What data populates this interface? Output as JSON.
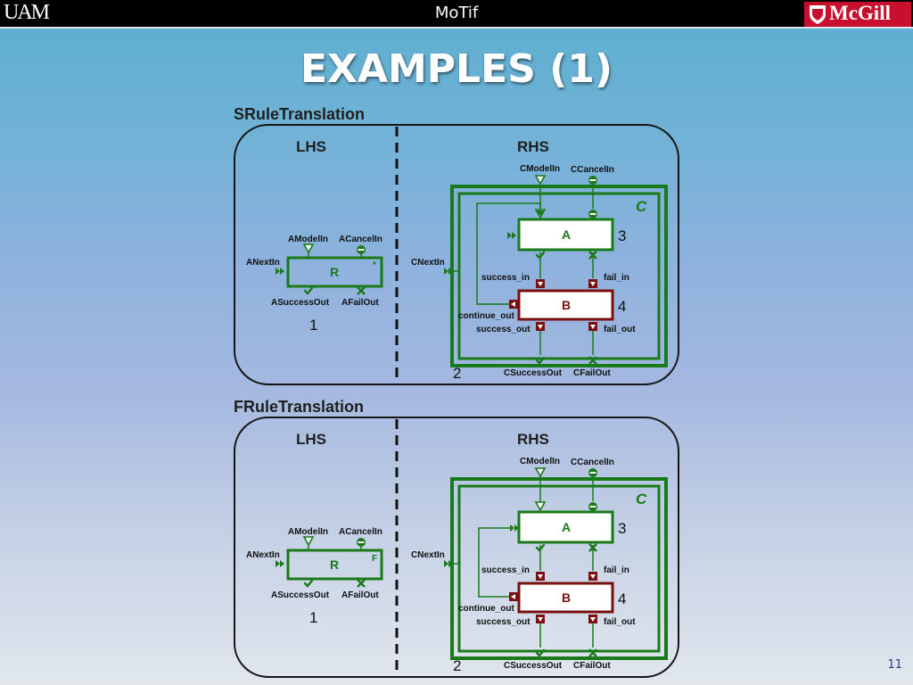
{
  "header": {
    "left_logo": "UAM",
    "title": "MoTif",
    "right_logo": "McGill"
  },
  "slide": {
    "title": "EXAMPLES (1)",
    "page_number": "11"
  },
  "colors": {
    "green": "#1a7a1a",
    "dark_red": "#7a1010",
    "title_white": "#ffffff"
  },
  "icons": [
    "shield-icon",
    "triangle-port-icon",
    "minus-port-icon",
    "double-arrow-port-icon",
    "check-mark-icon",
    "x-mark-icon",
    "red-port-icon"
  ],
  "rules": [
    {
      "title": "SRuleTranslation",
      "lhs": {
        "heading": "LHS",
        "rule_block": {
          "label": "R",
          "marker": "*",
          "number": "1"
        },
        "ports": {
          "model_in": "AModelIn",
          "cancel_in": "ACancelIn",
          "next_in": "ANextIn",
          "success_out": "ASuccessOut",
          "fail_out": "AFailOut"
        }
      },
      "rhs": {
        "heading": "RHS",
        "composite": {
          "label": "C",
          "number": "2"
        },
        "block_a": {
          "label": "A",
          "number": "3"
        },
        "block_b": {
          "label": "B",
          "number": "4"
        },
        "ports": {
          "model_in": "CModelIn",
          "cancel_in": "CCancelIn",
          "next_in": "CNextIn",
          "success_in": "success_in",
          "fail_in": "fail_in",
          "continue_out": "continue_out",
          "success_out": "success_out",
          "fail_out": "fail_out",
          "c_success_out": "CSuccessOut",
          "c_fail_out": "CFailOut"
        }
      }
    },
    {
      "title": "FRuleTranslation",
      "lhs": {
        "heading": "LHS",
        "rule_block": {
          "label": "R",
          "marker": "F",
          "number": "1"
        },
        "ports": {
          "model_in": "AModelIn",
          "cancel_in": "ACancelIn",
          "next_in": "ANextIn",
          "success_out": "ASuccessOut",
          "fail_out": "AFailOut"
        }
      },
      "rhs": {
        "heading": "RHS",
        "composite": {
          "label": "C",
          "number": "2"
        },
        "block_a": {
          "label": "A",
          "number": "3"
        },
        "block_b": {
          "label": "B",
          "number": "4"
        },
        "ports": {
          "model_in": "CModelIn",
          "cancel_in": "CCancelIn",
          "next_in": "CNextIn",
          "success_in": "success_in",
          "fail_in": "fail_in",
          "continue_out": "continue_out",
          "success_out": "success_out",
          "fail_out": "fail_out",
          "c_success_out": "CSuccessOut",
          "c_fail_out": "CFailOut"
        }
      }
    }
  ]
}
